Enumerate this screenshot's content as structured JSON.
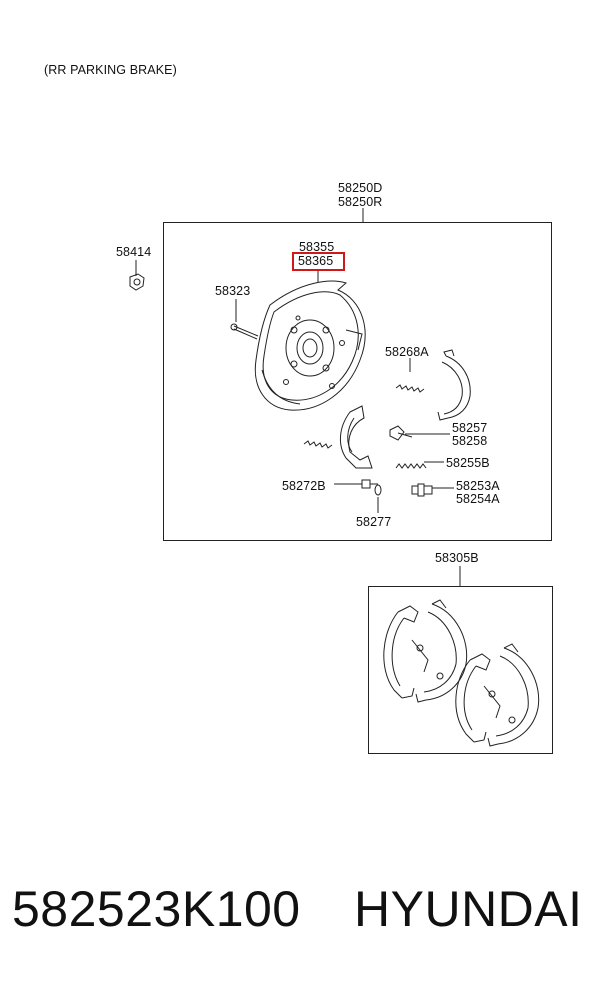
{
  "caption": "(RR PARKING BRAKE)",
  "parts": {
    "p58250D": "58250D",
    "p58250R": "58250R",
    "p58414": "58414",
    "p58355": "58355",
    "p58365": "58365",
    "p58323": "58323",
    "p58268A": "58268A",
    "p58257": "58257",
    "p58258": "58258",
    "p58255B": "58255B",
    "p58272B": "58272B",
    "p58253A": "58253A",
    "p58254A": "58254A",
    "p58277": "58277",
    "p58305B": "58305B"
  },
  "highlighted_part": "58365",
  "highlight_color": "#d01818",
  "footer": {
    "part_number": "582523K100",
    "brand": "HYUNDAI"
  }
}
